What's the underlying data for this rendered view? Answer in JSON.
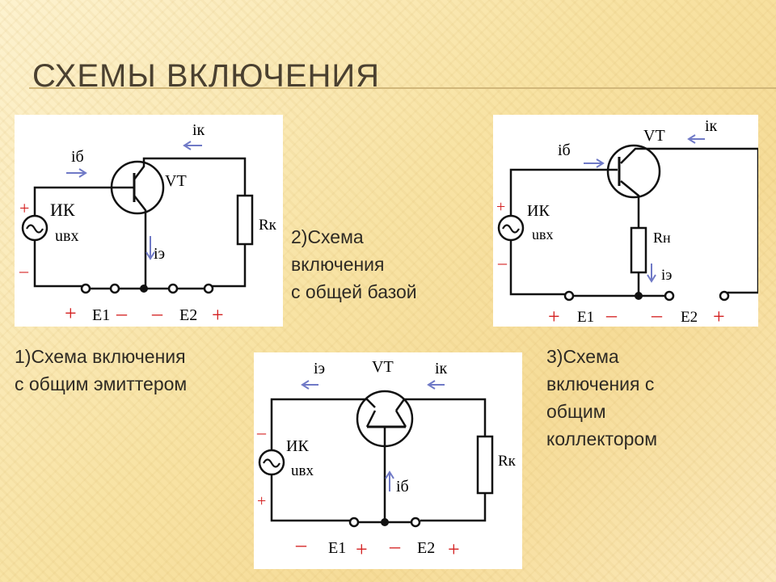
{
  "slide": {
    "title": "СХЕМЫ ВКЛЮЧЕНИЯ",
    "accent_color": "#d1b77a"
  },
  "captions": {
    "common_base": [
      "2)Схема",
      "включения",
      "с общей базой"
    ],
    "common_emitter": [
      "1)Схема включения",
      "с общим эмиттером"
    ],
    "common_collector": [
      "3)Схема",
      "включения с",
      "общим",
      "коллектором"
    ]
  },
  "circuit_labels": {
    "transistor": "VT",
    "source": "ИК",
    "base_current": "iб",
    "collector_current": "iк",
    "emitter_current": "iэ",
    "input_voltage": "uвх",
    "collector_resistor": "Rк",
    "emitter_resistor": "Rн",
    "source1": "E1",
    "source2": "E2",
    "plus": "+",
    "minus": "–"
  },
  "colors": {
    "wire": "#111111",
    "arrow": "#6f79c6",
    "polarity": "#d42020"
  }
}
